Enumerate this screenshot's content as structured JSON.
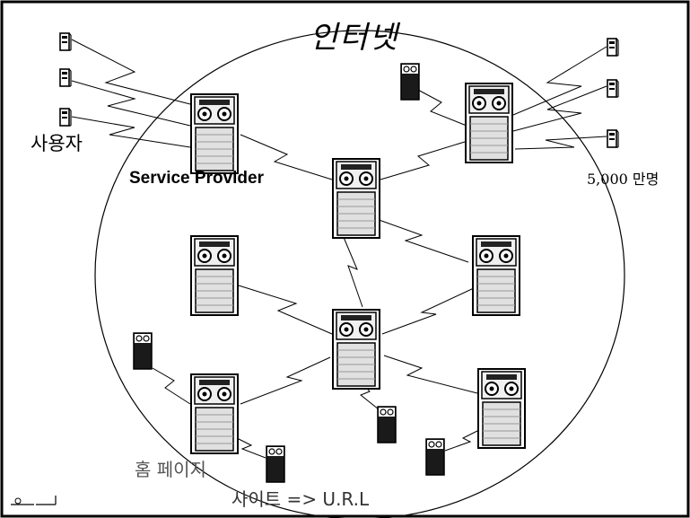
{
  "title": "인터넷",
  "labels": {
    "users": "사용자",
    "service_provider": "Service Provider",
    "user_count": "5,000 만명",
    "homepage": "홈 페이지",
    "site_url": "사이트 => U.R.L"
  },
  "colors": {
    "line": "#000000",
    "background": "#ffffff",
    "server_fill": "#e8e8e8",
    "site_fill": "#1a1a1a"
  },
  "icons": {
    "user_pc": "pc-icon",
    "provider_server": "server-icon",
    "homepage_site": "site-icon",
    "corner_logo": "logo-icon"
  }
}
